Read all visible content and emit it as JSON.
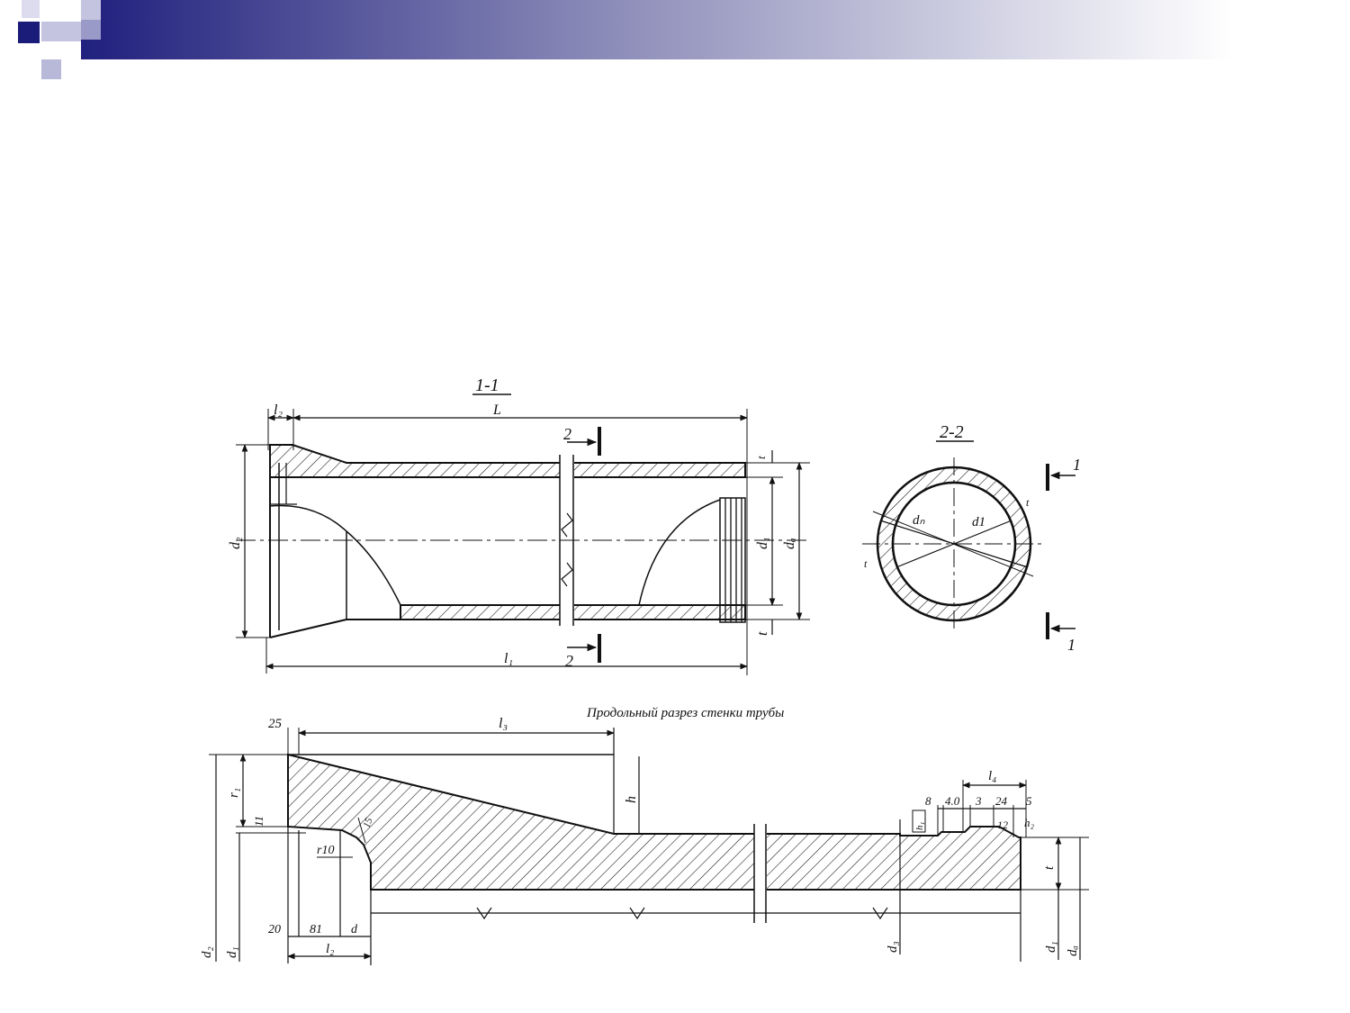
{
  "colors": {
    "accent_dark": "#1b1b7a",
    "accent_light": "#b8b8d8",
    "ink": "#111111"
  },
  "views": {
    "section_1_1": {
      "title": "1-1",
      "labels": {
        "l2": "l₂",
        "L": "L",
        "l1": "l₁",
        "d2": "d₂",
        "d1": "d₁",
        "da": "dₐ",
        "t_top": "t",
        "t_bottom": "t",
        "cut_2_top": "2",
        "cut_2_bottom": "2"
      }
    },
    "section_2_2": {
      "title": "2-2",
      "labels": {
        "dn": "dₙ",
        "d1": "d1",
        "t_right": "t",
        "t_left": "t",
        "cut_1_top": "1",
        "cut_1_bottom": "1"
      }
    },
    "wall_section": {
      "title": "Продольный разрез стенки трубы",
      "labels": {
        "dim_25": "25",
        "l3": "l₃",
        "r1": "r₁",
        "h": "h",
        "dim_11": "11",
        "dim_15": "15",
        "r10": "r10",
        "dim_20": "20",
        "dim_81": "81",
        "d": "d",
        "l2": "l₂",
        "d2": "d₂",
        "d1_left": "d₁",
        "l4": "l₄",
        "dim_8": "8",
        "dim_40": "4.0",
        "dim_3": "3",
        "dim_24": "24",
        "dim_5": "5",
        "dim_12": "12",
        "h1": "h₁",
        "h2": "h₂",
        "t": "t",
        "d3": "d₃",
        "d1_right": "d₁",
        "da": "dₐ"
      }
    }
  }
}
